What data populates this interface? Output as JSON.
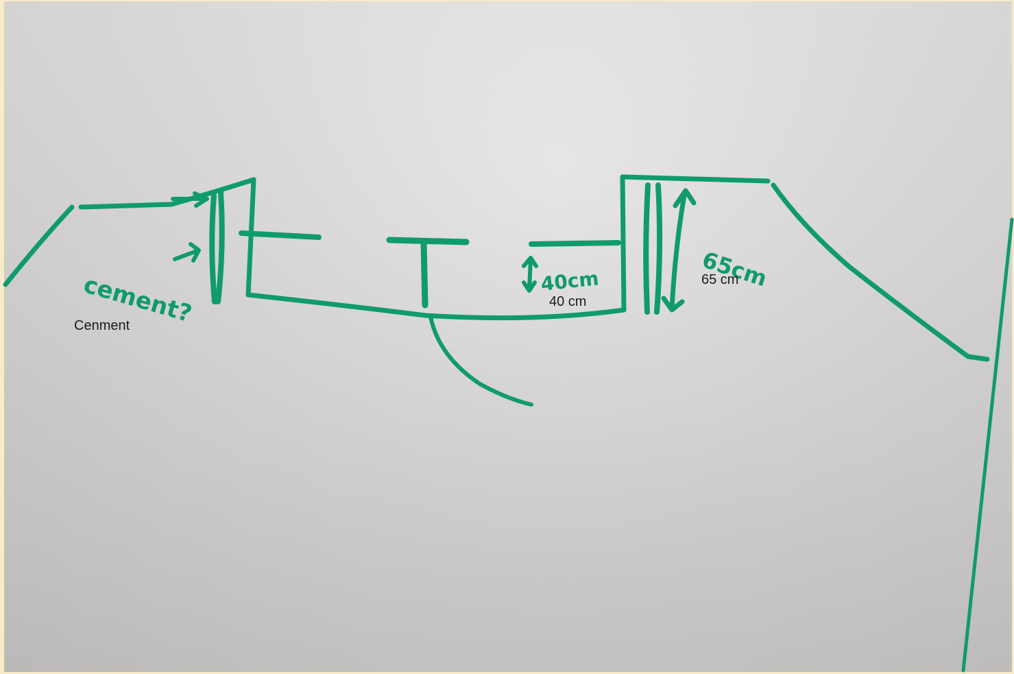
{
  "handwriting": {
    "cement_note": "cement?",
    "dim_small": "40cm",
    "dim_large": "65cm"
  },
  "annotations": {
    "cement": "Cenment",
    "dim_small": "40 cm",
    "dim_large": "65 cm"
  },
  "colors": {
    "marker": "#0f9b6e",
    "text": "#1b1b1b",
    "margin": "#f7ecc8"
  }
}
